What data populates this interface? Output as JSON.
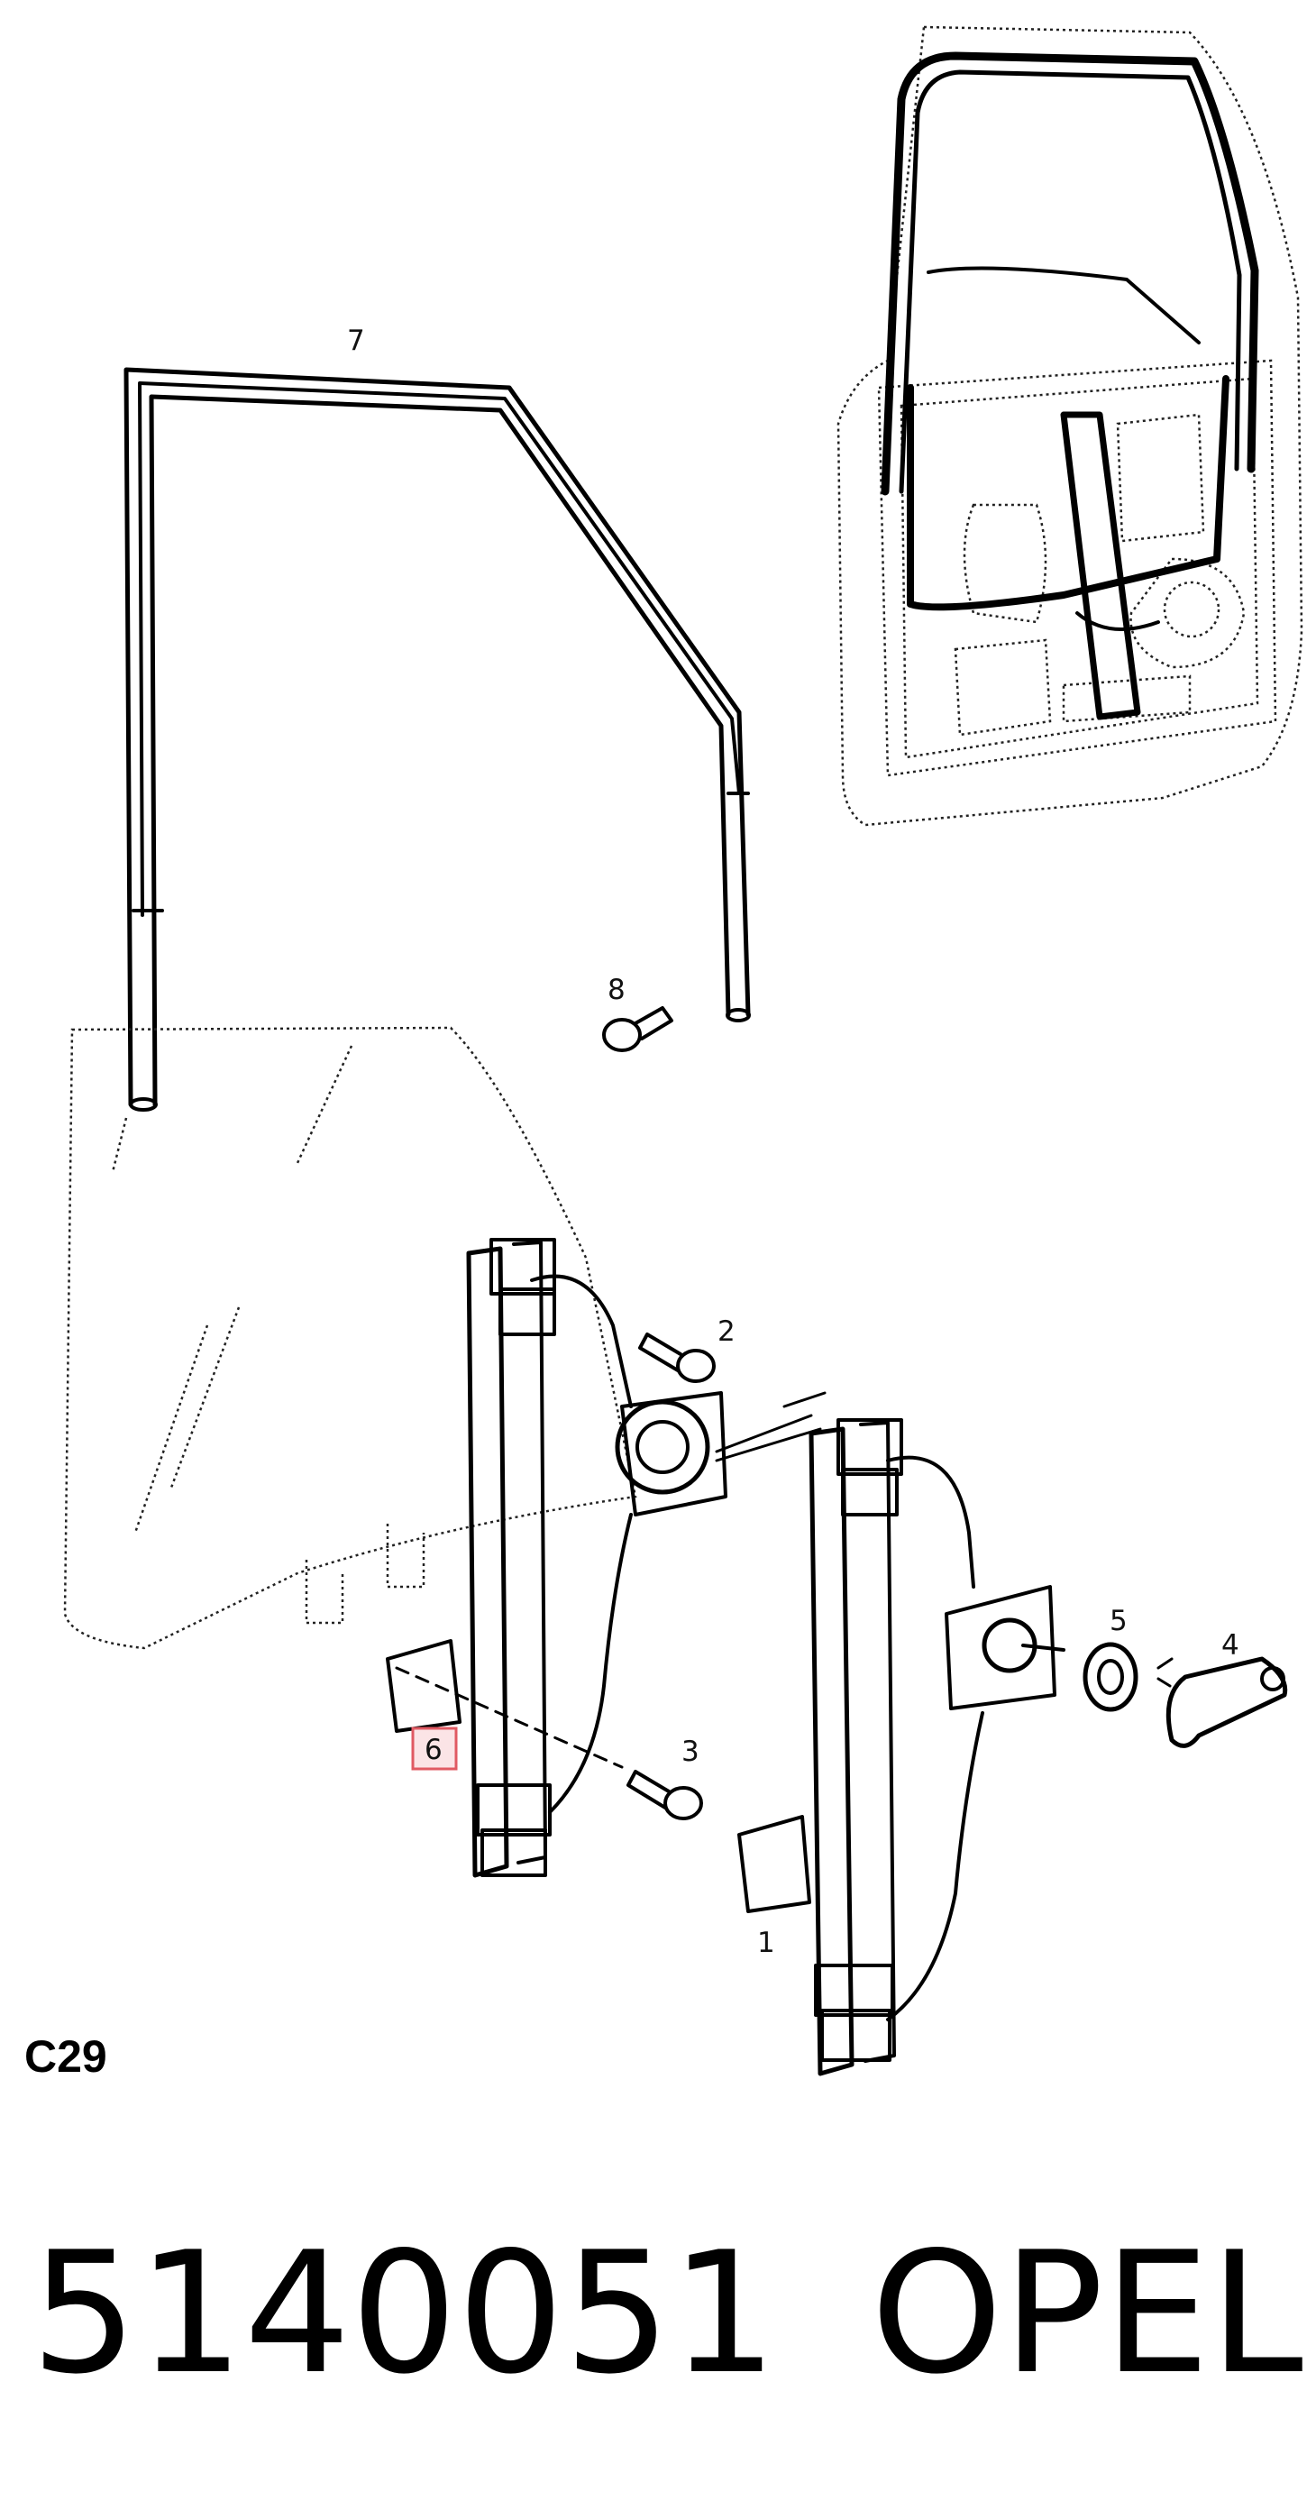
{
  "diagram": {
    "callouts": [
      {
        "id": "7",
        "label": "7"
      },
      {
        "id": "8",
        "label": "8"
      },
      {
        "id": "2",
        "label": "2"
      },
      {
        "id": "5",
        "label": "5"
      },
      {
        "id": "4",
        "label": "4"
      },
      {
        "id": "6",
        "label": "6",
        "highlight_color": "#e05a63"
      },
      {
        "id": "3",
        "label": "3"
      },
      {
        "id": "1",
        "label": "1"
      }
    ],
    "section_code": "C29",
    "part_number": "5140051",
    "brand": "OPEL"
  }
}
